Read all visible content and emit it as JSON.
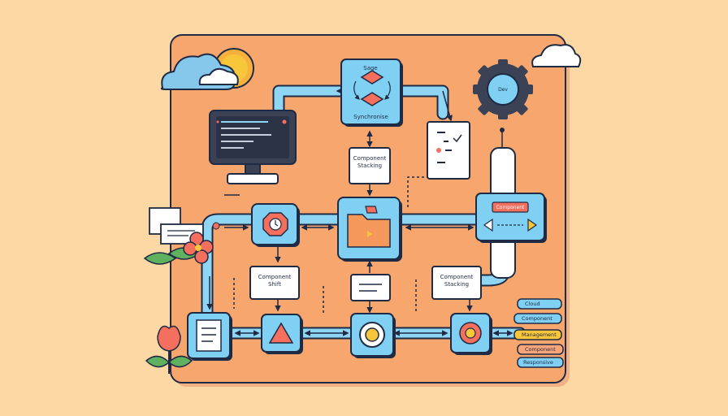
{
  "labels": {
    "top_card_title": "Sage",
    "top_card_caption": "Synchronise",
    "component_stacking_upper": "Component\nStacking",
    "component_shift": "Component\nShift",
    "component_stacking_lower": "Component\nStacking",
    "gear_badge": "Dev",
    "status_pill": "Component"
  },
  "stack_items": [
    "Cloud",
    "Component",
    "Management",
    "Component",
    "Responsive"
  ],
  "colors": {
    "background": "#fcd9a4",
    "board": "#f7a66e",
    "node_fill": "#7fd0f2",
    "outline": "#1f2a44",
    "pipe": "#8fd6f5",
    "accent_red": "#f46f5e",
    "accent_yellow": "#f8c63b"
  },
  "icons": [
    "cloud-icon",
    "sun-icon",
    "monitor-icon",
    "gear-icon",
    "folder-icon",
    "clock-icon",
    "warning-triangle-icon",
    "flower-icon",
    "document-icon",
    "tulip-icon",
    "settings-cog-icon"
  ]
}
